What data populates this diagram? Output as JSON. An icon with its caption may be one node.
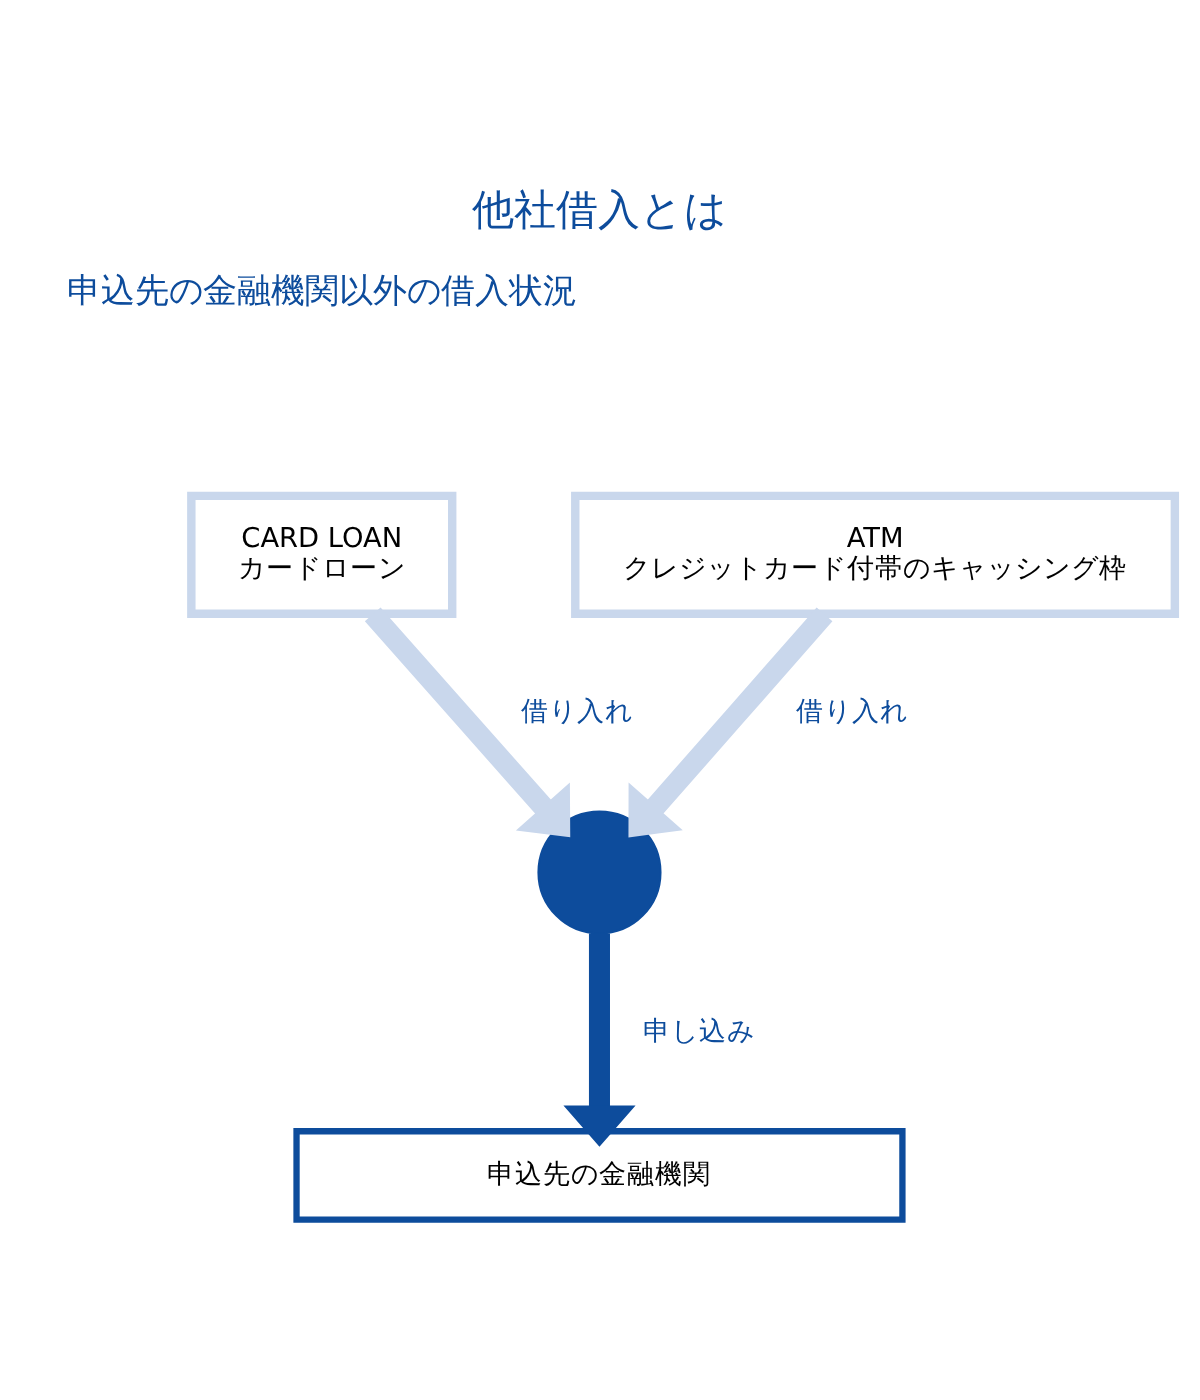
{
  "diagram": {
    "title": "他社借入とは",
    "nodes": [
      {
        "text": [
          "CARD LOAN",
          "カードローン"
        ]
      },
      {
        "text": [
          "ATM",
          "クレジットカード付帯のキャッシング枠"
        ]
      },
      {
        "text": [],
        "shape": "person"
      },
      {
        "text": [
          "申込先の金融機関"
        ]
      }
    ],
    "edges": [
      {
        "from": 0,
        "to": 2,
        "arrow": "to",
        "label": "借り入れ"
      },
      {
        "from": 1,
        "to": 2,
        "arrow": "to",
        "label": "借り入れ"
      },
      {
        "from": 2,
        "to": 3,
        "arrow": "to",
        "label": "申し込み",
        "color": "#0d4c9c"
      }
    ],
    "labels": [
      "申込先の金融機関以外の借入状況"
    ]
  }
}
